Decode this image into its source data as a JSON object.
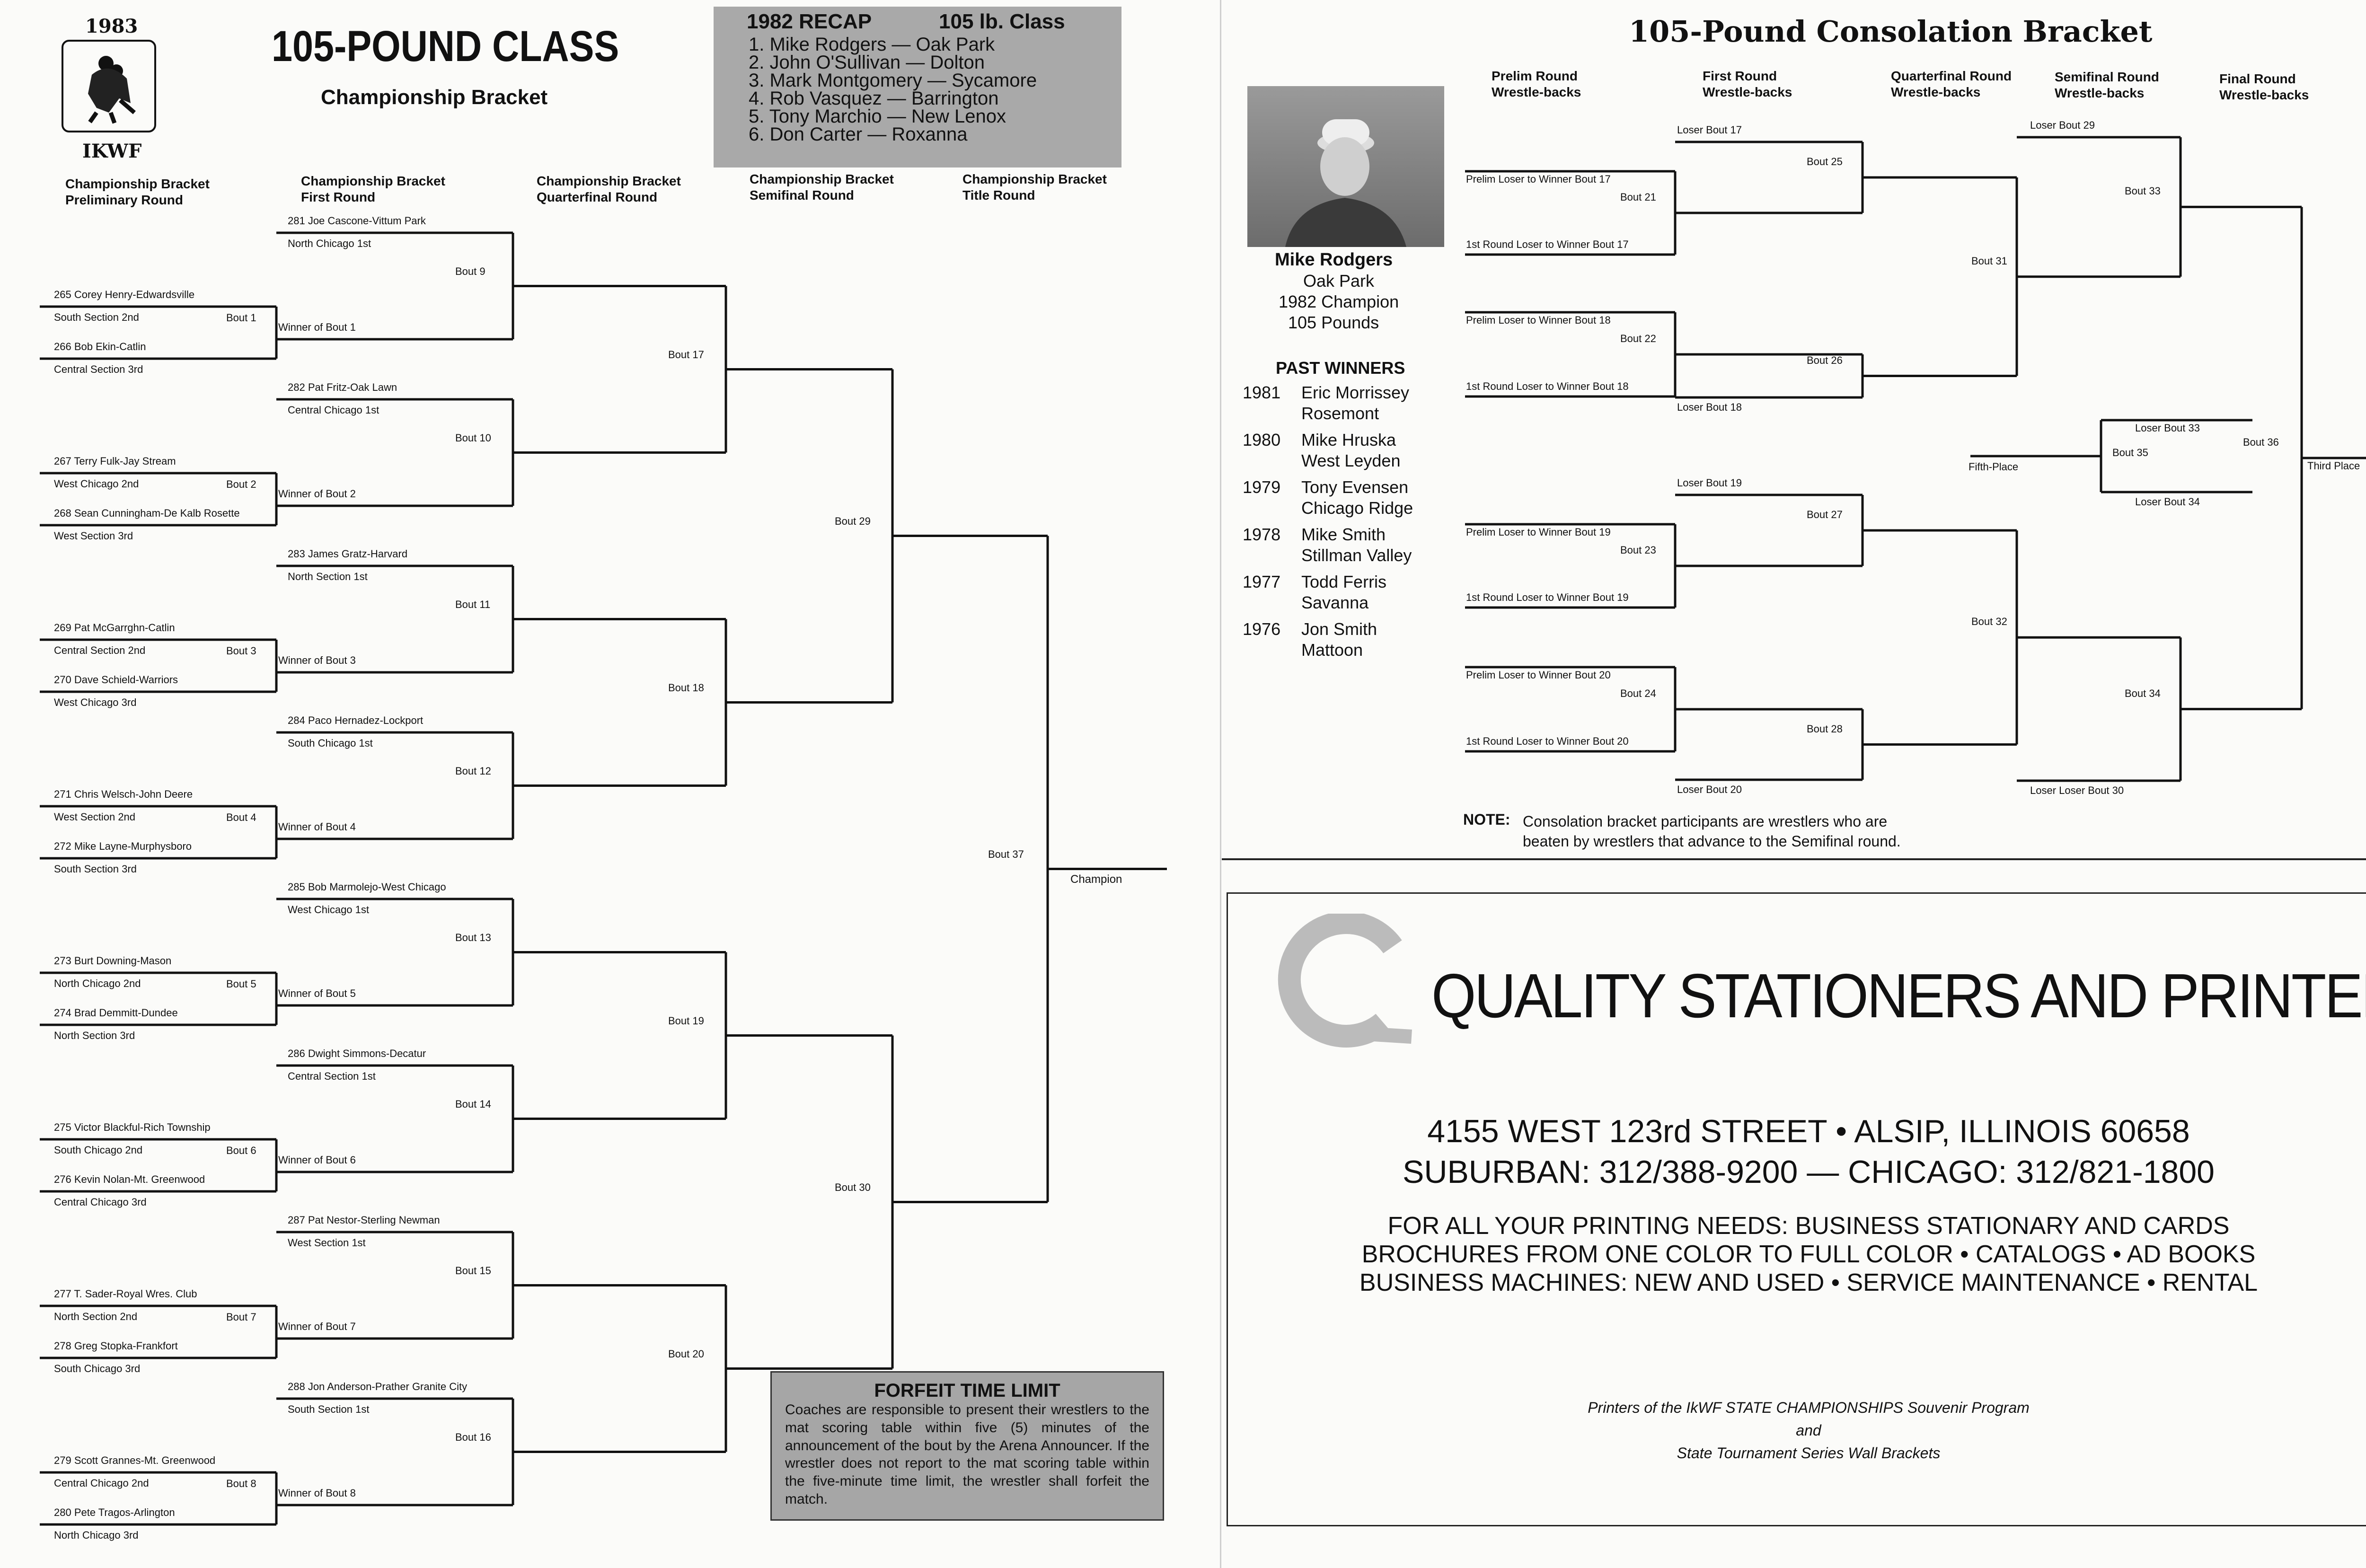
{
  "left": {
    "year": "1983",
    "org": "IKWF",
    "title": "105-POUND CLASS",
    "subtitle": "Championship Bracket",
    "headers": [
      "Championship Bracket\nPreliminary Round",
      "Championship Bracket\nFirst Round",
      "Championship Bracket\nQuarterfinal Round",
      "Championship Bracket\nSemifinal Round",
      "Championship Bracket\nTitle Round"
    ],
    "recap": {
      "title": "1982 RECAP",
      "class": "105 lb. Class",
      "lines": [
        "1. Mike Rodgers — Oak Park",
        "2. John O'Sullivan — Dolton",
        "3. Mark Montgomery — Sycamore",
        "4. Rob Vasquez — Barrington",
        "5. Tony Marchio — New Lenox",
        "6. Don Carter — Roxanna"
      ]
    },
    "prelim": [
      {
        "top": "265 Corey Henry-Edwardsville",
        "top_sec": "South Section 2nd",
        "bout": "Bout 1",
        "bot": "266 Bob Ekin-Catlin",
        "bot_sec": "Central Section 3rd"
      },
      {
        "top": "267 Terry Fulk-Jay Stream",
        "top_sec": "West Chicago 2nd",
        "bout": "Bout 2",
        "bot": "268 Sean Cunningham-De Kalb Rosette",
        "bot_sec": "West Section 3rd"
      },
      {
        "top": "269 Pat McGarrghn-Catlin",
        "top_sec": "Central Section 2nd",
        "bout": "Bout 3",
        "bot": "270 Dave Schield-Warriors",
        "bot_sec": "West Chicago 3rd"
      },
      {
        "top": "271 Chris Welsch-John Deere",
        "top_sec": "West Section 2nd",
        "bout": "Bout 4",
        "bot": "272 Mike Layne-Murphysboro",
        "bot_sec": "South Section 3rd"
      },
      {
        "top": "273 Burt Downing-Mason",
        "top_sec": "North Chicago 2nd",
        "bout": "Bout 5",
        "bot": "274 Brad Demmitt-Dundee",
        "bot_sec": "North Section 3rd"
      },
      {
        "top": "275 Victor Blackful-Rich Township",
        "top_sec": "South Chicago 2nd",
        "bout": "Bout 6",
        "bot": "276 Kevin Nolan-Mt. Greenwood",
        "bot_sec": "Central Chicago 3rd"
      },
      {
        "top": "277 T. Sader-Royal Wres. Club",
        "top_sec": "North Section 2nd",
        "bout": "Bout 7",
        "bot": "278 Greg Stopka-Frankfort",
        "bot_sec": "South Chicago 3rd"
      },
      {
        "top": "279 Scott Grannes-Mt. Greenwood",
        "top_sec": "Central Chicago 2nd",
        "bout": "Bout 8",
        "bot": "280 Pete Tragos-Arlington",
        "bot_sec": "North Chicago 3rd"
      }
    ],
    "first": [
      {
        "name": "281 Joe Cascone-Vittum Park",
        "sec": "North Chicago 1st",
        "bout": "Bout  9",
        "winner": "Winner of Bout 1"
      },
      {
        "name": "282 Pat Fritz-Oak Lawn",
        "sec": "Central Chicago 1st",
        "bout": "Bout 10",
        "winner": "Winner of Bout 2"
      },
      {
        "name": "283 James Gratz-Harvard",
        "sec": "North Section 1st",
        "bout": "Bout 11",
        "winner": "Winner of Bout 3"
      },
      {
        "name": "284 Paco Hernadez-Lockport",
        "sec": "South Chicago 1st",
        "bout": "Bout 12",
        "winner": "Winner of Bout 4"
      },
      {
        "name": "285 Bob Marmolejo-West Chicago",
        "sec": "West Chicago 1st",
        "bout": "Bout 13",
        "winner": "Winner of Bout 5"
      },
      {
        "name": "286 Dwight Simmons-Decatur",
        "sec": "Central Section 1st",
        "bout": "Bout 14",
        "winner": "Winner of Bout 6"
      },
      {
        "name": "287 Pat Nestor-Sterling Newman",
        "sec": "West Section 1st",
        "bout": "Bout 15",
        "winner": "Winner of Bout 7"
      },
      {
        "name": "288 Jon Anderson-Prather Granite City",
        "sec": "South Section 1st",
        "bout": "Bout 16",
        "winner": "Winner of Bout 8"
      }
    ],
    "qf": [
      "Bout 17",
      "Bout 18",
      "Bout 19",
      "Bout 20"
    ],
    "sf": [
      "Bout 29",
      "Bout 30"
    ],
    "final": "Bout 37",
    "champion": "Champion",
    "forfeit": {
      "title": "FORFEIT TIME LIMIT",
      "body": "Coaches are responsible to present their wrestlers to the mat scoring table within five (5) minutes of the announcement of the bout by the Arena Announcer. If the wrestler does not report to the mat scoring table within the five-minute time limit, the wrestler shall forfeit the match."
    }
  },
  "right": {
    "title": "105-Pound Consolation Bracket",
    "headers": [
      "Prelim Round\nWrestle-backs",
      "First Round\nWrestle-backs",
      "Quarterfinal Round\nWrestle-backs",
      "Semifinal Round\nWrestle-backs",
      "Final Round\nWrestle-backs"
    ],
    "champ": {
      "name": "Mike Rodgers",
      "town": "Oak Park",
      "year": "1982 Champion",
      "weight": "105 Pounds"
    },
    "past_title": "PAST WINNERS",
    "past": [
      {
        "year": "1981",
        "name": "Eric Morrissey",
        "town": "Rosemont"
      },
      {
        "year": "1980",
        "name": "Mike Hruska",
        "town": "West Leyden"
      },
      {
        "year": "1979",
        "name": "Tony Evensen",
        "town": "Chicago Ridge"
      },
      {
        "year": "1978",
        "name": "Mike Smith",
        "town": "Stillman Valley"
      },
      {
        "year": "1977",
        "name": "Todd Ferris",
        "town": "Savanna"
      },
      {
        "year": "1976",
        "name": "Jon Smith",
        "town": "Mattoon"
      }
    ],
    "cons": [
      {
        "a": "Prelim Loser to Winner Bout 17",
        "b": "1st Round Loser to Winner Bout 17",
        "bout": "Bout 21",
        "loser": "Loser Bout 17",
        "next": "Bout 25"
      },
      {
        "a": "Prelim Loser to Winner Bout 18",
        "b": "1st Round Loser to Winner Bout 18",
        "bout": "Bout 22",
        "loser": "Loser Bout 18",
        "next": "Bout 26"
      },
      {
        "a": "Prelim Loser to Winner Bout 19",
        "b": "1st Round Loser to Winner Bout 19",
        "bout": "Bout 23",
        "loser": "Loser Bout 19",
        "next": "Bout 27"
      },
      {
        "a": "Prelim Loser to Winner Bout 20",
        "b": "1st Round Loser to Winner Bout 20",
        "bout": "Bout 24",
        "loser": "Loser Bout 20",
        "next": "Bout 28"
      }
    ],
    "qf": [
      "Bout 31",
      "Bout 32"
    ],
    "sf": [
      {
        "loser": "Loser Bout 29",
        "bout": "Bout 33"
      },
      {
        "loser": "Loser Loser Bout 30",
        "bout": "Bout 34"
      }
    ],
    "fifth": {
      "label": "Fifth-Place",
      "bout": "Bout 35",
      "top": "Loser Bout 33",
      "bot": "Loser Bout 34"
    },
    "third": {
      "bout": "Bout 36",
      "label": "Third Place"
    },
    "note_label": "NOTE:",
    "note": "Consolation bracket participants are wrestlers who are\nbeaten by wrestlers that advance to the Semifinal round.",
    "ad": {
      "company": "QUALITY STATIONERS AND PRINTERS",
      "address": "4155 WEST 123rd STREET • ALSIP, ILLINOIS 60658",
      "phones": "SUBURBAN: 312/388-9200 — CHICAGO: 312/821-1800",
      "lines": [
        "FOR ALL YOUR PRINTING NEEDS: BUSINESS STATIONARY AND CARDS",
        "BROCHURES FROM ONE COLOR TO FULL COLOR • CATALOGS • AD BOOKS",
        "BUSINESS MACHINES: NEW AND USED • SERVICE MAINTENANCE • RENTAL"
      ],
      "footer": [
        "Printers of the IkWF STATE CHAMPIONSHIPS Souvenir Program",
        "and",
        "State Tournament Series Wall Brackets"
      ]
    }
  }
}
